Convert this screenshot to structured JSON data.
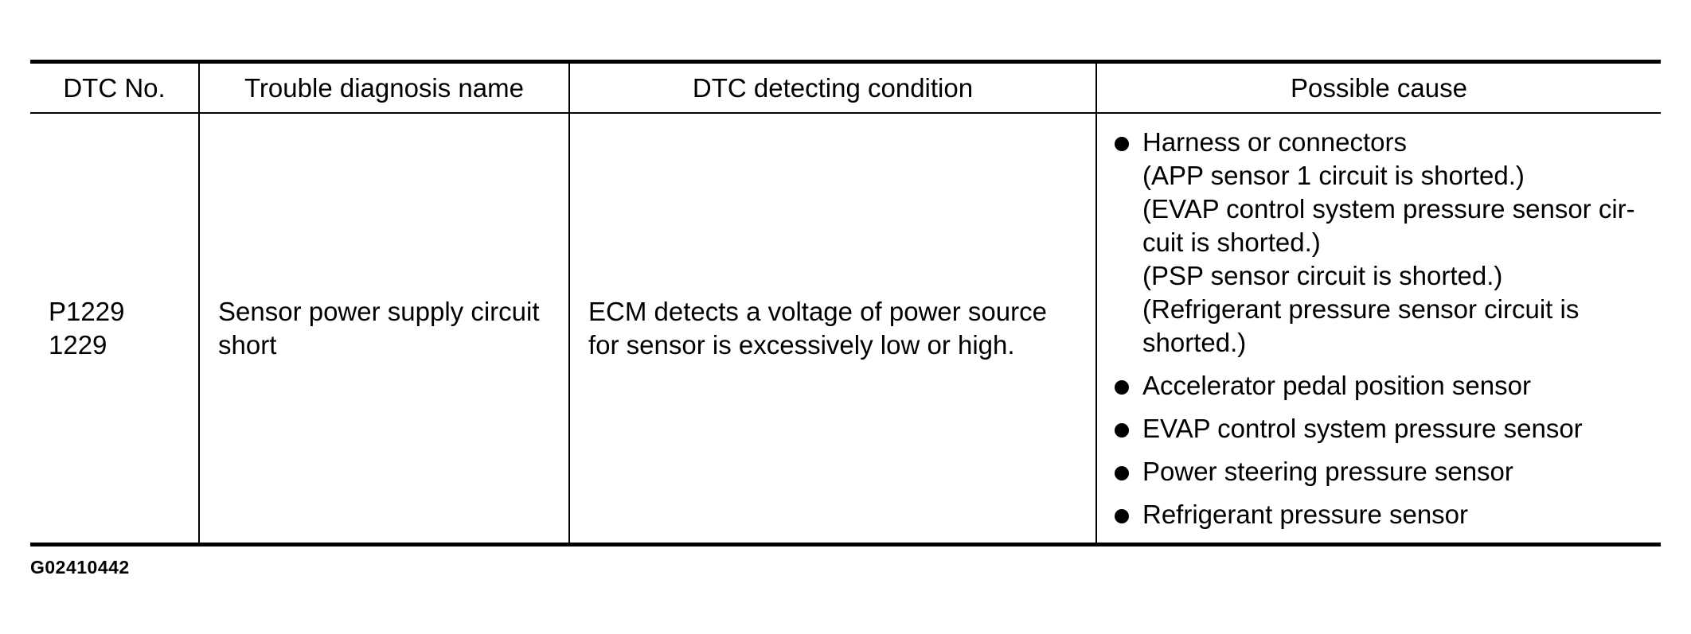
{
  "table": {
    "headers": {
      "dtc_no": "DTC No.",
      "name": "Trouble diagnosis name",
      "condition": "DTC detecting condition",
      "cause": "Possible cause"
    },
    "row": {
      "dtc_no_lines": [
        "P1229",
        "1229"
      ],
      "name_lines": [
        "Sensor power supply circuit",
        "short"
      ],
      "condition_lines": [
        "ECM detects a voltage of power source",
        "for sensor is excessively low or high."
      ],
      "causes": [
        {
          "lines": [
            "Harness or connectors",
            "(APP sensor 1 circuit is shorted.)",
            "(EVAP control system pressure sensor cir-",
            "cuit is shorted.)",
            "(PSP sensor circuit is shorted.)",
            "(Refrigerant pressure sensor circuit is",
            "shorted.)"
          ]
        },
        {
          "lines": [
            "Accelerator pedal position sensor"
          ]
        },
        {
          "lines": [
            "EVAP control system pressure sensor"
          ]
        },
        {
          "lines": [
            "Power steering pressure sensor"
          ]
        },
        {
          "lines": [
            "Refrigerant pressure sensor"
          ]
        }
      ]
    }
  },
  "figure_id": "G02410442",
  "icons": {
    "bullet": "bullet-dot-icon"
  }
}
